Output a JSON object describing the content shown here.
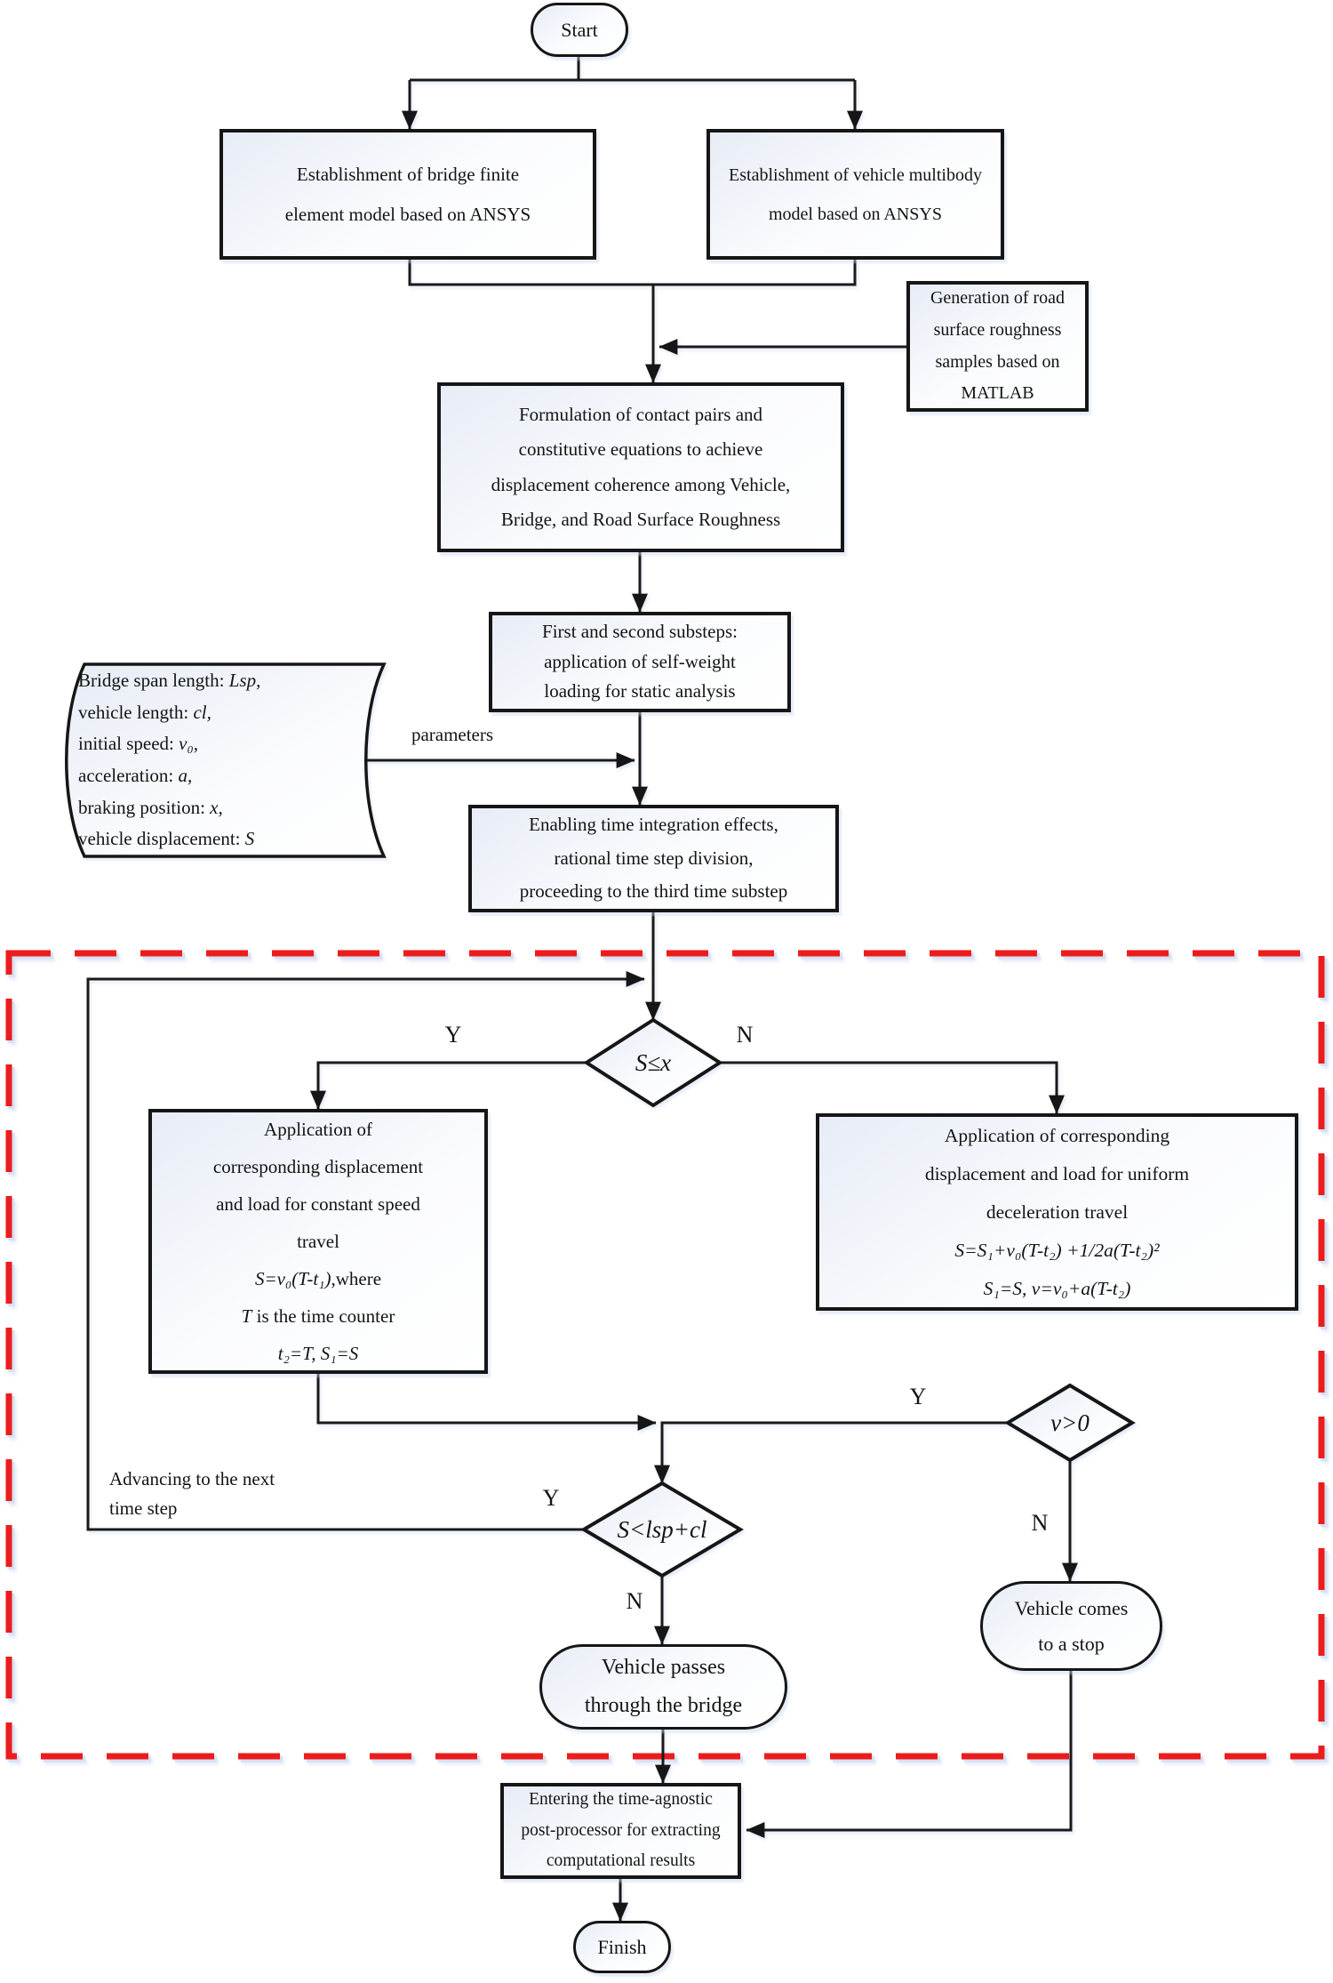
{
  "diagram": {
    "colors": {
      "line": "#1a1a1a",
      "loop_border": "#ec1c1c",
      "node_fill_top": "#e7ecf6",
      "node_fill_bottom": "#ffffff"
    },
    "labels": {
      "yes": "Y",
      "no": "N",
      "parameters": "parameters",
      "advancing": [
        "Advancing to the next",
        "time step"
      ]
    },
    "nodes": {
      "start": {
        "label": "Start"
      },
      "bridge_model": {
        "lines": [
          "Establishment of bridge finite",
          "element model based on ANSYS"
        ]
      },
      "vehicle_model": {
        "lines": [
          "Establishment of vehicle multibody",
          "model based on ANSYS"
        ]
      },
      "road_roughness": {
        "lines": [
          "Generation of road",
          "surface roughness",
          "samples based on",
          "MATLAB"
        ]
      },
      "formulation": {
        "lines": [
          "Formulation of contact pairs and",
          "constitutive equations to achieve",
          "displacement coherence among Vehicle,",
          "Bridge, and Road Surface Roughness"
        ]
      },
      "static_substeps": {
        "lines": [
          "First and second substeps:",
          "application of self-weight",
          "loading for static analysis"
        ]
      },
      "parameters_input": {
        "lines": [
          [
            {
              "t": "Bridge span length: "
            },
            {
              "t": "Lsp,",
              "i": 1
            }
          ],
          [
            {
              "t": "vehicle length: "
            },
            {
              "t": "cl,",
              "i": 1
            }
          ],
          [
            {
              "t": "initial speed: "
            },
            {
              "t": "v₀,",
              "i": 1
            }
          ],
          [
            {
              "t": "acceleration: "
            },
            {
              "t": "a,",
              "i": 1
            }
          ],
          [
            {
              "t": "braking position: "
            },
            {
              "t": "x,",
              "i": 1
            }
          ],
          [
            {
              "t": "vehicle displacement: "
            },
            {
              "t": "S",
              "i": 1
            }
          ]
        ]
      },
      "time_integration": {
        "lines": [
          "Enabling time integration effects,",
          "rational time step division,",
          "proceeding to the third time substep"
        ]
      },
      "decision_braking": {
        "label": "S≤x"
      },
      "constant_speed": {
        "lines": [
          "Application of",
          "corresponding displacement",
          "and load for constant speed",
          "travel",
          [
            {
              "t": "S=v₀(T-t₁)",
              "i": 1
            },
            {
              "t": ",where"
            }
          ],
          [
            {
              "t": "T",
              "i": 1
            },
            {
              "t": " is the time counter"
            }
          ],
          [
            {
              "t": "t₂=T, S₁=S",
              "i": 1
            }
          ]
        ]
      },
      "uniform_deceleration": {
        "lines": [
          "Application of corresponding",
          "displacement and load for uniform",
          "deceleration travel",
          [
            {
              "t": "S=S₁+v₀(T-t₂) +1/2a(T-t₂)²",
              "i": 1
            }
          ],
          [
            {
              "t": "S₁=S, v=v₀+a(T-t₂)",
              "i": 1
            }
          ]
        ]
      },
      "decision_speed": {
        "label": "v>0"
      },
      "decision_bridge_exit": {
        "label": "S<lsp+cl"
      },
      "vehicle_stop": {
        "lines": [
          "Vehicle comes",
          "to a stop"
        ]
      },
      "vehicle_pass": {
        "lines": [
          "Vehicle passes",
          "through the bridge"
        ]
      },
      "postprocessor": {
        "lines": [
          "Entering the time-agnostic",
          "post-processor for extracting",
          "computational results"
        ]
      },
      "finish": {
        "label": "Finish"
      }
    }
  }
}
